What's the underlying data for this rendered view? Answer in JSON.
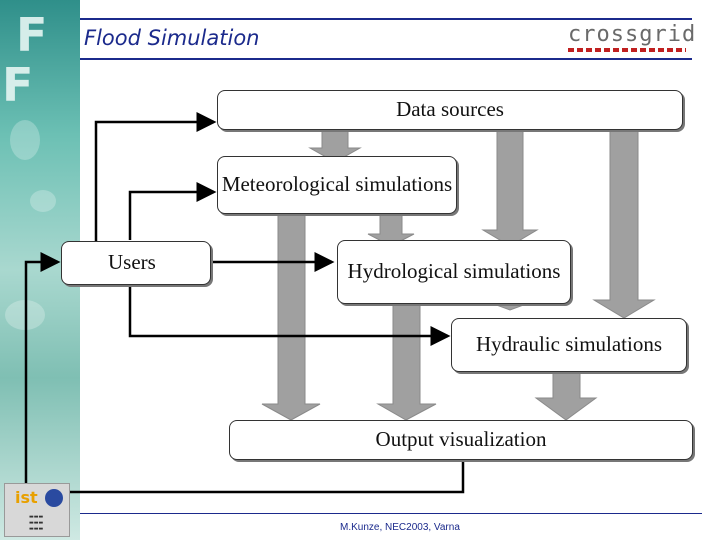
{
  "header": {
    "title": "Flood Simulation",
    "brand": "crossgrid"
  },
  "diagram": {
    "nodes": {
      "data_sources": "Data sources",
      "meteorological": "Meteorological simulations",
      "users": "Users",
      "hydrological": "Hydrological simulations",
      "hydraulic": "Hydraulic simulations",
      "output": "Output visualization"
    }
  },
  "footer": {
    "credit": "M.Kunze, NEC2003, Varna"
  },
  "colors": {
    "title": "#1b2a8c",
    "arrow_gray": "#a0a0a0",
    "connector": "#000000"
  }
}
